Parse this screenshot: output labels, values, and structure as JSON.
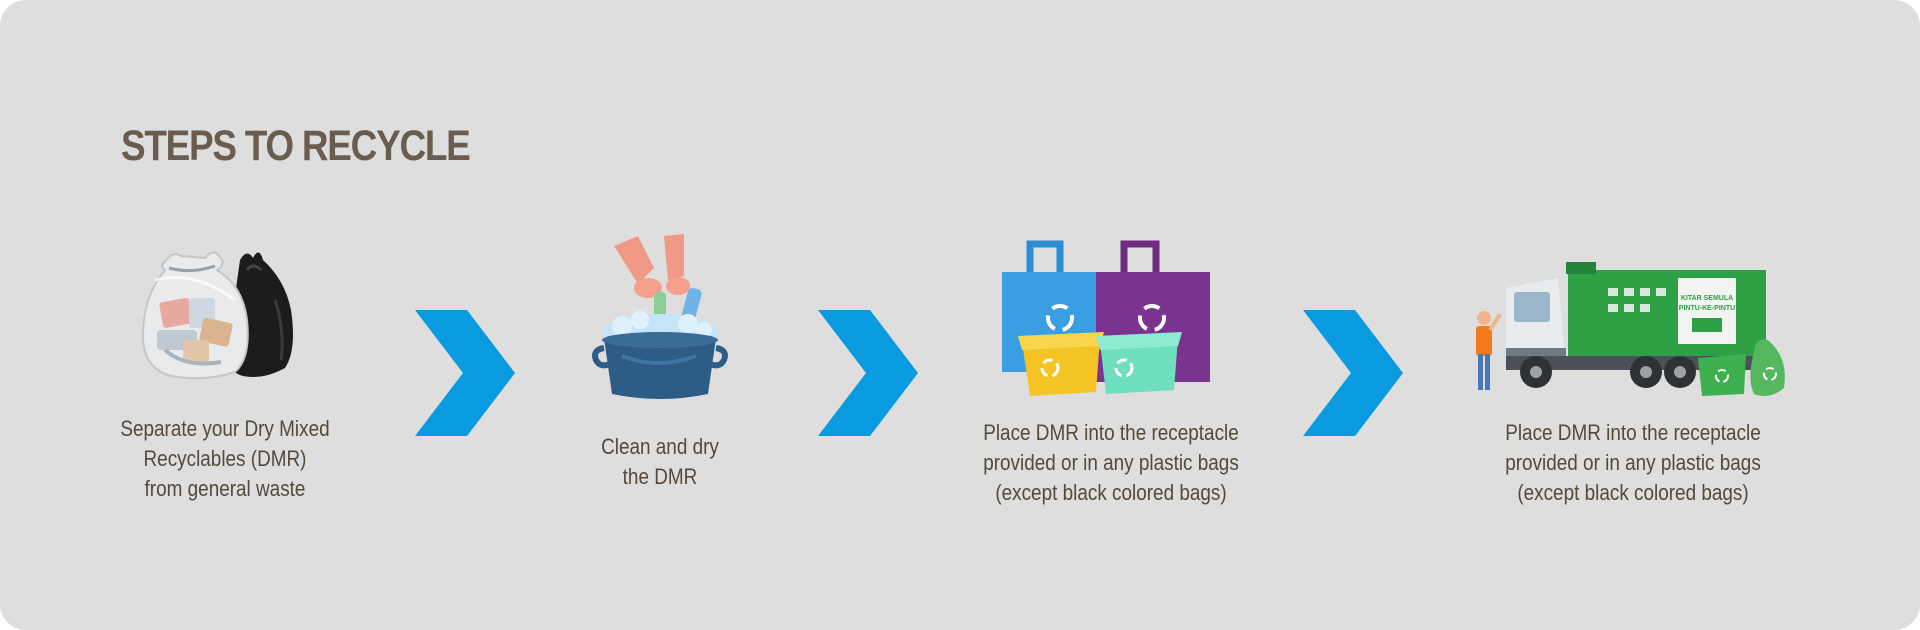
{
  "title": "STEPS TO RECYCLE",
  "colors": {
    "background": "#dedede",
    "title": "#6a5d4f",
    "caption": "#54493d",
    "arrow": "#0a9ae0"
  },
  "arrow_icon": "chevron-right-icon",
  "steps": [
    {
      "icon": "garbage-bags-icon",
      "caption_lines": [
        "Separate your Dry Mixed",
        "Recyclables (DMR)",
        "from general waste"
      ]
    },
    {
      "icon": "washing-basin-icon",
      "caption_lines": [
        "Clean and dry",
        "the DMR"
      ]
    },
    {
      "icon": "recycling-bags-and-bins-icon",
      "caption_lines": [
        "Place DMR into the receptacle",
        "provided or in any plastic bags",
        "(except black colored bags)"
      ]
    },
    {
      "icon": "garbage-truck-icon",
      "caption_lines": [
        "Place DMR into the receptacle",
        "provided or in any plastic bags",
        "(except black colored bags)"
      ],
      "truck_text": [
        "KITAR SEMULA",
        "PINTU-KE-PINTU"
      ]
    }
  ]
}
